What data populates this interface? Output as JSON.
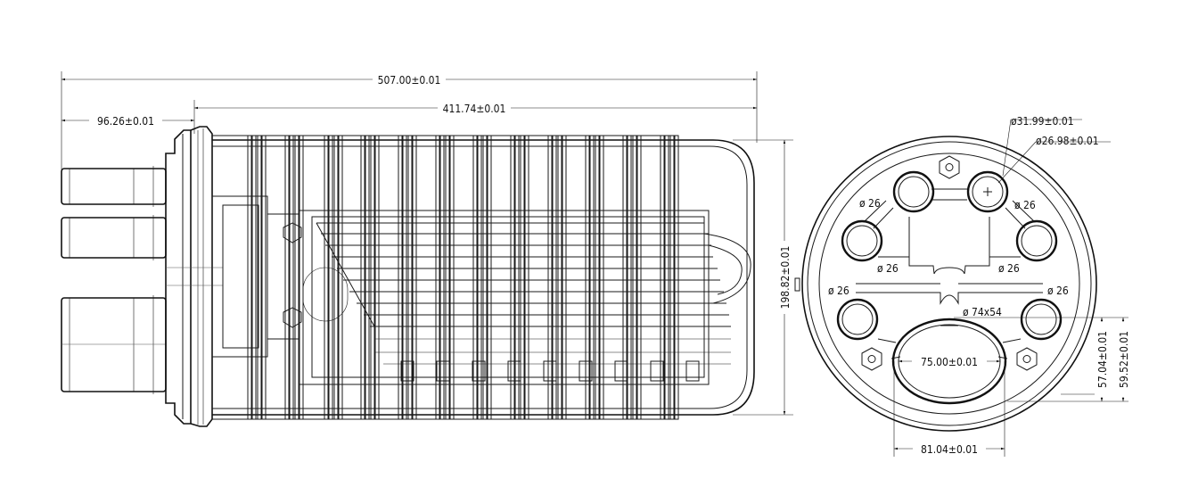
{
  "dimensions": {
    "overall_length": "507.00±0.01",
    "body_length": "411.74±0.01",
    "flange_offset": "96.26±0.01",
    "height": "198.82±0.01",
    "outer_port_dia": "ø31.99±0.01",
    "inner_port_dia": "ø26.98±0.01",
    "oval_port_width": "75.00±0.01",
    "oval_port_pitch": "81.04±0.01",
    "oval_offset_a": "57.04±0.01",
    "oval_offset_b": "59.52±0.01"
  },
  "port_labels": {
    "p1": "ø 26",
    "p2": "ø 26",
    "p3": "ø 26",
    "p4": "ø 26",
    "p5": "ø 26",
    "p6": "ø 26",
    "oval": "ø 74x54"
  }
}
